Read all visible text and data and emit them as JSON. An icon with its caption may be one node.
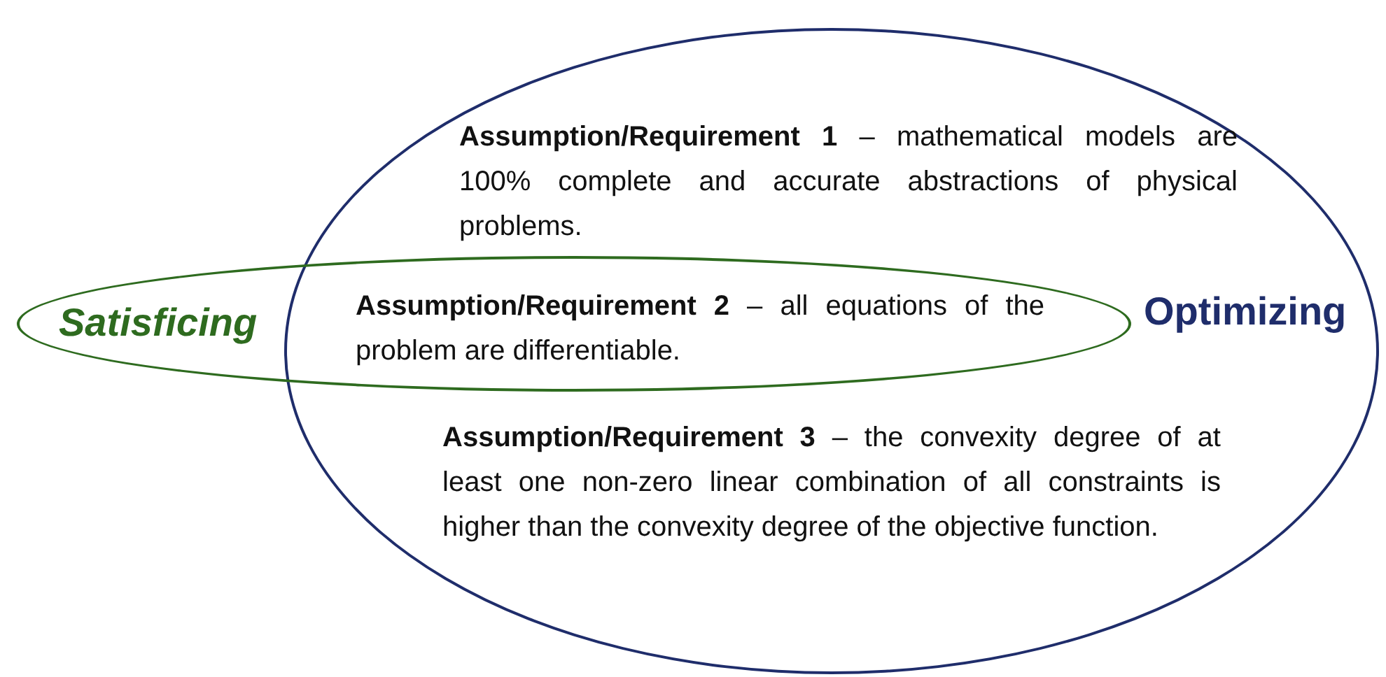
{
  "diagram": {
    "nodes": [
      {
        "text": [
          "**Assumption/Requirement 1** – mathematical models are 100% complete and accurate abstractions of physical problems.",
          "Optimizing",
          "**Assumption/Requirement 3** – the convexity degree of at least one non-zero linear combination of all constraints is higher than the convexity degree of the objective function."
        ]
      },
      {
        "text": [
          "Satisficing",
          "**Assumption/Requirement 2** – all equations of the problem are differentiable."
        ]
      }
    ]
  }
}
